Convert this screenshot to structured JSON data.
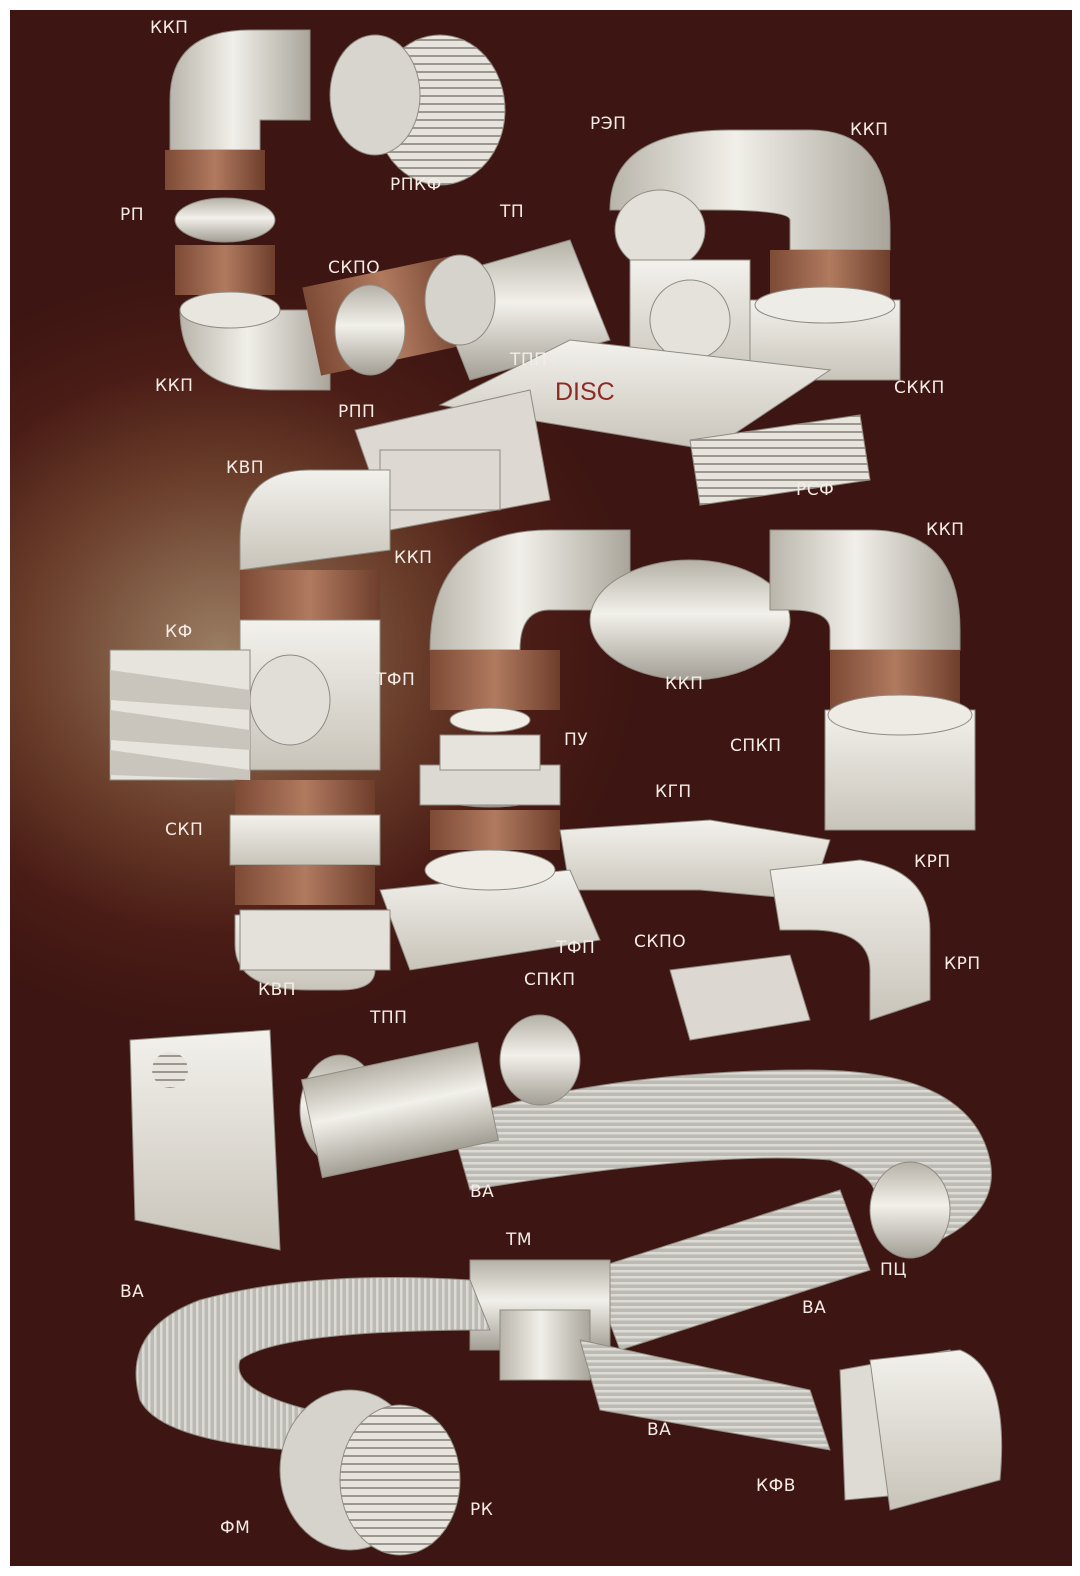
{
  "brand": "DISC",
  "labels": [
    {
      "id": "kkp-1",
      "text": "ККП"
    },
    {
      "id": "rpkf",
      "text": "РПКФ"
    },
    {
      "id": "rep",
      "text": "РЭП"
    },
    {
      "id": "kkp-2",
      "text": "ККП"
    },
    {
      "id": "rp",
      "text": "РП"
    },
    {
      "id": "tp",
      "text": "ТП"
    },
    {
      "id": "skpo-1",
      "text": "СКПО"
    },
    {
      "id": "kkp-3",
      "text": "ККП"
    },
    {
      "id": "tpp-1",
      "text": "ТПП"
    },
    {
      "id": "rpp",
      "text": "РПП"
    },
    {
      "id": "skkp",
      "text": "СККП"
    },
    {
      "id": "kvp-1",
      "text": "КВП"
    },
    {
      "id": "rsf",
      "text": "РСФ"
    },
    {
      "id": "kkp-4",
      "text": "ККП"
    },
    {
      "id": "kkp-5",
      "text": "ККП"
    },
    {
      "id": "kf",
      "text": "КФ"
    },
    {
      "id": "tfp-1",
      "text": "ТФП"
    },
    {
      "id": "kkp-6",
      "text": "ККП"
    },
    {
      "id": "pu",
      "text": "ПУ"
    },
    {
      "id": "spkp-1",
      "text": "СПКП"
    },
    {
      "id": "kgp",
      "text": "КГП"
    },
    {
      "id": "skp",
      "text": "СКП"
    },
    {
      "id": "krp-1",
      "text": "КРП"
    },
    {
      "id": "tfp-2",
      "text": "ТФП"
    },
    {
      "id": "skpo-2",
      "text": "СКПО"
    },
    {
      "id": "krp-2",
      "text": "КРП"
    },
    {
      "id": "kvp-2",
      "text": "КВП"
    },
    {
      "id": "spkp-2",
      "text": "СПКП"
    },
    {
      "id": "tpp-2",
      "text": "ТПП"
    },
    {
      "id": "va-1",
      "text": "ВА"
    },
    {
      "id": "tm",
      "text": "ТМ"
    },
    {
      "id": "pc",
      "text": "ПЦ"
    },
    {
      "id": "va-2",
      "text": "ВА"
    },
    {
      "id": "va-3",
      "text": "ВА"
    },
    {
      "id": "va-4",
      "text": "ВА"
    },
    {
      "id": "kfv",
      "text": "КФВ"
    },
    {
      "id": "rk",
      "text": "РК"
    },
    {
      "id": "fm",
      "text": "ФМ"
    }
  ]
}
